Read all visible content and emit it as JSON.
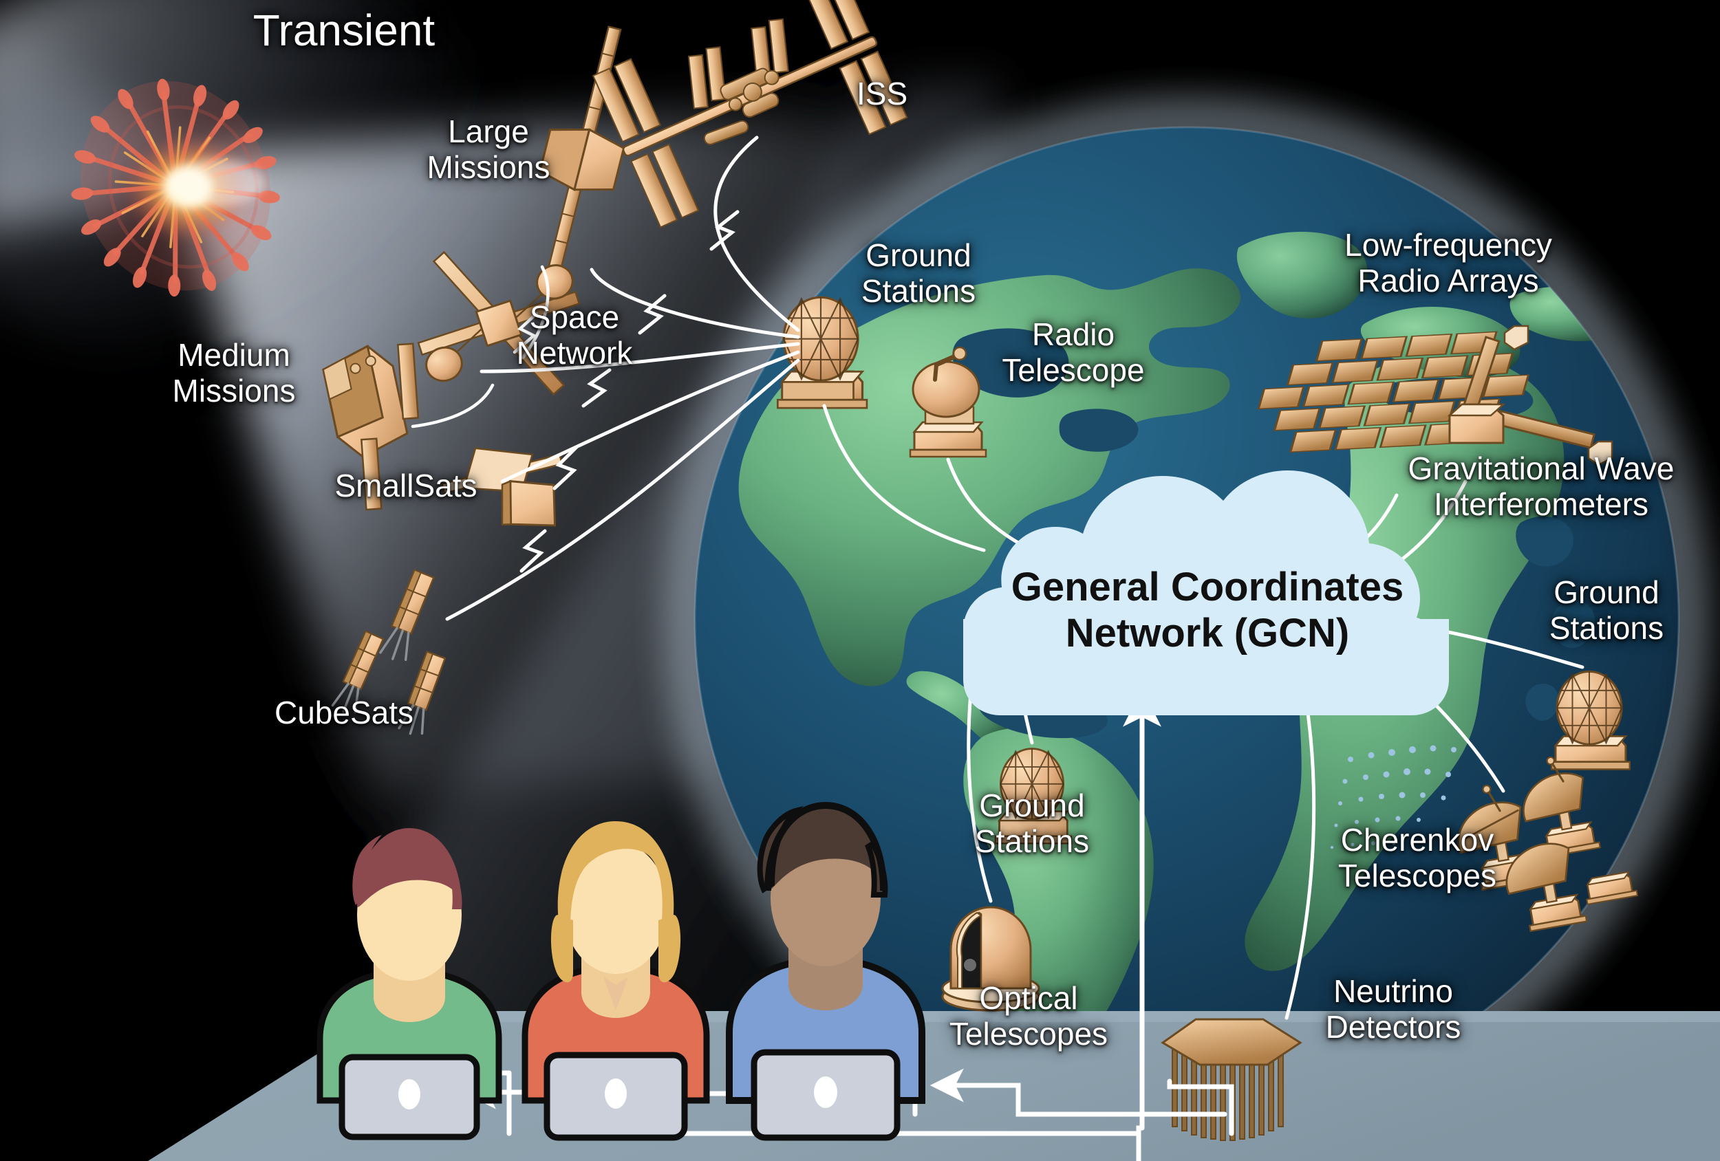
{
  "title": "General Coordinates Network multimessenger alert diagram",
  "colors": {
    "space_black": "#000000",
    "beam_light": "#b9c3d2",
    "ocean": "#1d4f6d",
    "ocean_dark": "#12324a",
    "land": "#66ab7e",
    "land_shadow": "#2f6b4e",
    "cloud_fill": "#d6ecf8",
    "cloud_text": "#111111",
    "link_line": "#ffffff",
    "desk": "#8fa3af",
    "spacecraft_tan": "#f0c89a",
    "spacecraft_dark": "#a8763f",
    "transient_red": "#e0604f",
    "transient_core": "#fff3c0",
    "person1_shirt": "#74bb8b",
    "person1_hair": "#8c4a4f",
    "person2_shirt": "#e06f53",
    "person2_hair": "#e0b25c",
    "person3_shirt": "#7e9fd4",
    "person3_hair": "#4b3b33",
    "skin": "#fbe0b0",
    "skin_dark": "#b59276",
    "laptop": "#ccd0da"
  },
  "labels": {
    "transient": "Transient",
    "large_missions": "Large\nMissions",
    "iss": "ISS",
    "medium_missions": "Medium\nMissions",
    "space_network": "Space\nNetwork",
    "smallsats": "SmallSats",
    "cubesats": "CubeSats",
    "ground_stations_north": "Ground\nStations",
    "radio_telescope": "Radio\nTelescope",
    "low_frequency_radio_arrays": "Low-frequency\nRadio Arrays",
    "gravitational_wave_interferometers": "Gravitational Wave\nInterferometers",
    "ground_stations_east": "Ground\nStations",
    "ground_stations_south": "Ground\nStations",
    "optical_telescopes": "Optical\nTelescopes",
    "cherenkov_telescopes": "Cherenkov\nTelescopes",
    "neutrino_detectors": "Neutrino\nDetectors",
    "gcn_cloud": "General Coordinates\nNetwork (GCN)"
  },
  "nodes": [
    {
      "id": "transient",
      "label": "Transient",
      "category": "source",
      "side": "space"
    },
    {
      "id": "large-missions",
      "label": "Large Missions",
      "category": "spacecraft",
      "side": "space"
    },
    {
      "id": "iss",
      "label": "ISS",
      "category": "spacecraft",
      "side": "space"
    },
    {
      "id": "medium-missions",
      "label": "Medium Missions",
      "category": "spacecraft",
      "side": "space"
    },
    {
      "id": "space-network",
      "label": "Space Network",
      "category": "relay",
      "side": "space"
    },
    {
      "id": "smallsats",
      "label": "SmallSats",
      "category": "spacecraft",
      "side": "space"
    },
    {
      "id": "cubesats",
      "label": "CubeSats",
      "category": "spacecraft",
      "side": "space"
    },
    {
      "id": "ground-stations-north",
      "label": "Ground Stations",
      "category": "ground",
      "side": "earth"
    },
    {
      "id": "radio-telescope",
      "label": "Radio Telescope",
      "category": "ground",
      "side": "earth"
    },
    {
      "id": "low-frequency-radio-arrays",
      "label": "Low-frequency Radio Arrays",
      "category": "ground",
      "side": "earth"
    },
    {
      "id": "gravitational-wave-interferometers",
      "label": "Gravitational Wave Interferometers",
      "category": "ground",
      "side": "earth"
    },
    {
      "id": "ground-stations-east",
      "label": "Ground Stations",
      "category": "ground",
      "side": "earth"
    },
    {
      "id": "ground-stations-south",
      "label": "Ground Stations",
      "category": "ground",
      "side": "earth"
    },
    {
      "id": "optical-telescopes",
      "label": "Optical Telescopes",
      "category": "ground",
      "side": "earth"
    },
    {
      "id": "cherenkov-telescopes",
      "label": "Cherenkov Telescopes",
      "category": "ground",
      "side": "earth"
    },
    {
      "id": "neutrino-detectors",
      "label": "Neutrino Detectors",
      "category": "ground",
      "side": "earth"
    },
    {
      "id": "gcn",
      "label": "General Coordinates Network (GCN)",
      "category": "hub",
      "side": "earth"
    },
    {
      "id": "observers",
      "label": "Observers at laptops",
      "category": "people",
      "side": "desk"
    }
  ]
}
